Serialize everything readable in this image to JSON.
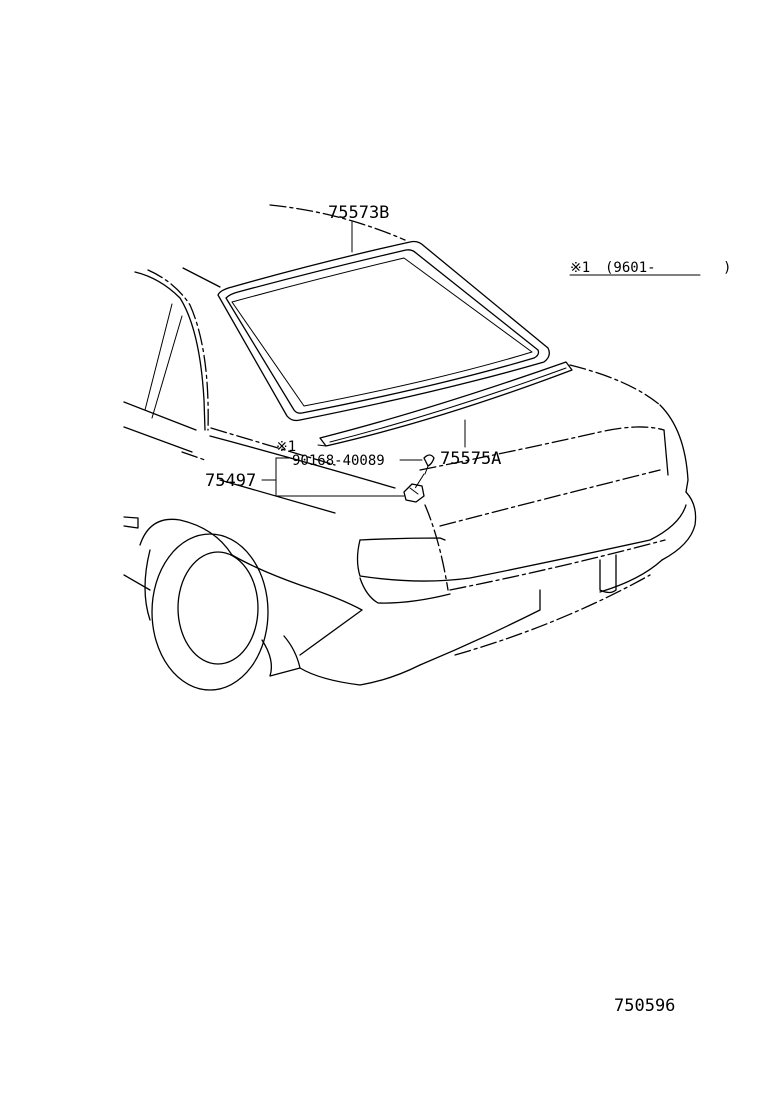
{
  "callouts": {
    "upper_molding": "75573B",
    "lower_molding": "75575A",
    "retainer_group": "75497",
    "clip_part": "90168-40089",
    "clip_note_mark": "※1"
  },
  "note": {
    "mark": "※1",
    "range": "(9601-        )"
  },
  "figure_id": "750596",
  "colors": {
    "ink": "#000000",
    "paper": "#ffffff"
  }
}
